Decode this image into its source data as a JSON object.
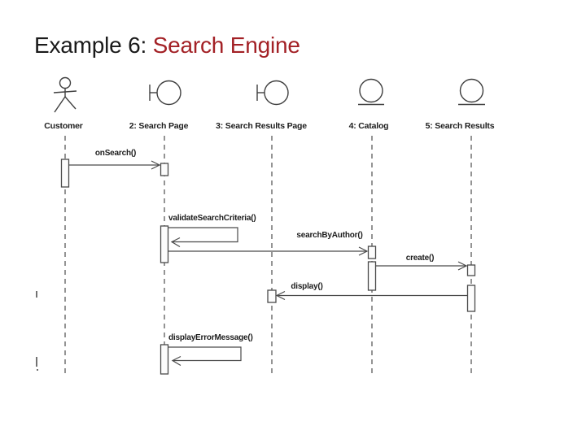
{
  "slide": {
    "title_prefix": "Example 6: ",
    "title_highlight": "Search Engine"
  },
  "colors": {
    "title_text": "#1A1A1A",
    "title_highlight": "#A32126",
    "diagram_ink": "#3F3F3F",
    "background": "#FFFFFF"
  },
  "diagram": {
    "type": "uml-sequence-diagram",
    "participants": [
      {
        "name": "Customer",
        "icon": "actor-icon"
      },
      {
        "name": "2: Search Page",
        "icon": "boundary-icon"
      },
      {
        "name": "3: Search Results Page",
        "icon": "boundary-icon"
      },
      {
        "name": "4: Catalog",
        "icon": "entity-icon"
      },
      {
        "name": "5: Search Results",
        "icon": "entity-icon"
      }
    ],
    "messages": [
      {
        "label": "onSearch()",
        "from": "Customer",
        "to": "2: Search Page",
        "kind": "call"
      },
      {
        "label": "validateSearchCriteria()",
        "from": "2: Search Page",
        "to": "2: Search Page",
        "kind": "self"
      },
      {
        "label": "searchByAuthor()",
        "from": "2: Search Page",
        "to": "4: Catalog",
        "kind": "call"
      },
      {
        "label": "create()",
        "from": "4: Catalog",
        "to": "5: Search Results",
        "kind": "call"
      },
      {
        "label": "display()",
        "from": "5: Search Results",
        "to": "3: Search Results Page",
        "kind": "call"
      },
      {
        "label": "displayErrorMessage()",
        "from": "2: Search Page",
        "to": "2: Search Page",
        "kind": "self"
      }
    ]
  }
}
